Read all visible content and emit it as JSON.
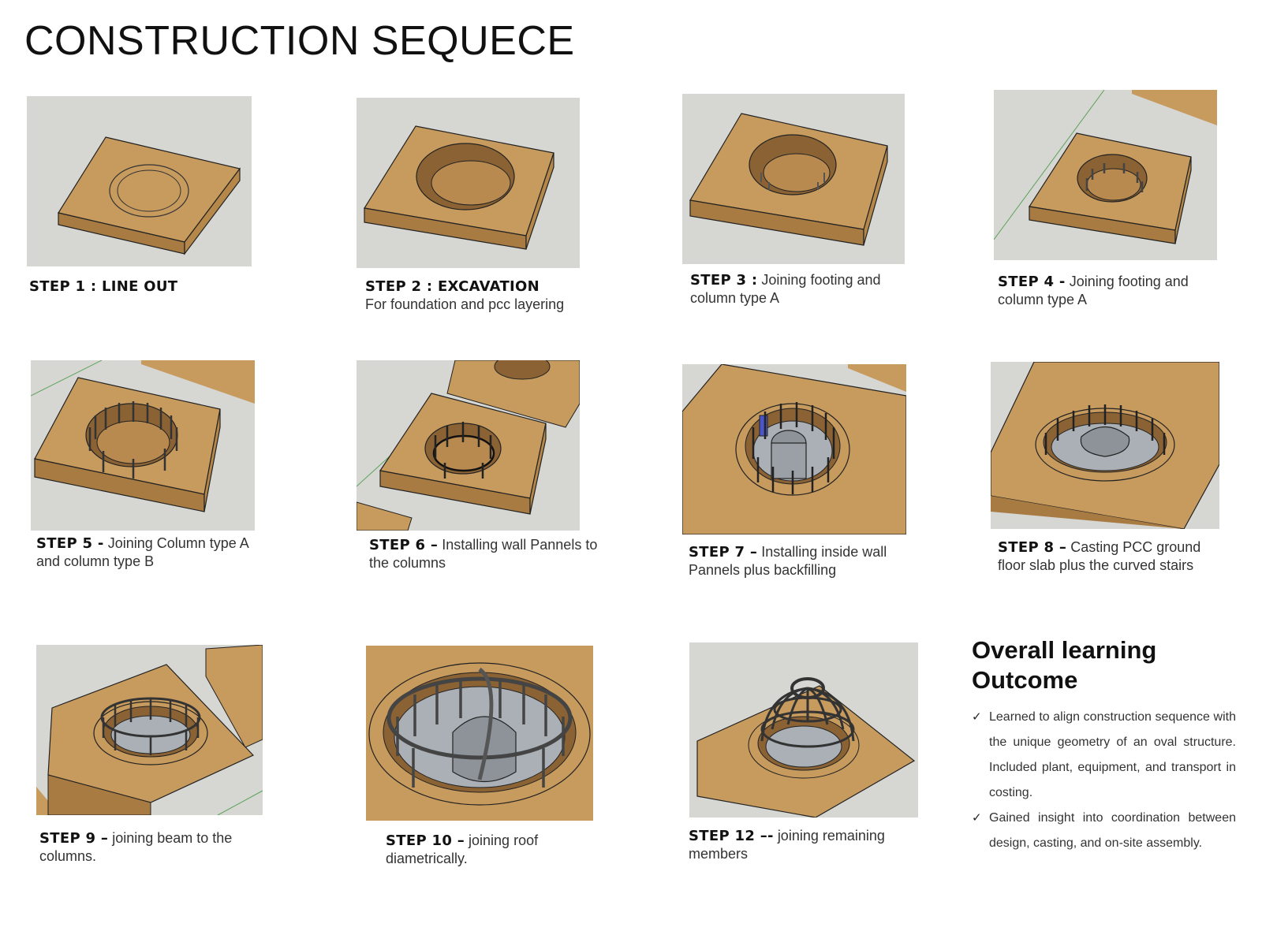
{
  "page": {
    "title": "CONSTRUCTION SEQUECE"
  },
  "steps": [
    {
      "label": "STEP 1 : LINE OUT",
      "text": "",
      "image_desc": ""
    },
    {
      "label": "STEP 2 : EXCAVATION",
      "text": "For foundation and pcc layering",
      "image_desc": ""
    },
    {
      "label": "STEP 3 :",
      "text": "Joining footing and column type A",
      "image_desc": ""
    },
    {
      "label": "STEP 4 -",
      "text": "Joining footing and column type A",
      "image_desc": ""
    },
    {
      "label": "STEP 5 -",
      "text": "Joining Column type A and column type B",
      "image_desc": ""
    },
    {
      "label": "STEP 6 –",
      "text": "Installing wall Pannels to the columns",
      "image_desc": ""
    },
    {
      "label": "STEP 7 –",
      "text": "Installing inside wall Pannels plus backfilling",
      "image_desc": ""
    },
    {
      "label": "STEP 8 –",
      "text": "Casting PCC ground floor slab plus the curved stairs",
      "image_desc": ""
    },
    {
      "label": "STEP 9 –",
      "text": "joining beam to the columns.",
      "image_desc": ""
    },
    {
      "label": "STEP 10 –",
      "text": "joining roof diametrically.",
      "image_desc": ""
    },
    {
      "label": "STEP 12 –-",
      "text": "joining remaining members",
      "image_desc": ""
    }
  ],
  "outcome": {
    "title": "Overall learning Outcome",
    "check_icon": "check-icon",
    "items": [
      "Learned to align construction sequence with the unique geometry of an oval structure. Included plant, equipment, and transport in costing.",
      "Gained insight into coordination between design, casting, and on-site assembly."
    ]
  },
  "colors": {
    "background_grey": "#d6d6d3",
    "slab_top": "#c79a5e",
    "slab_side": "#a87b42",
    "steel": "#8d9399"
  }
}
